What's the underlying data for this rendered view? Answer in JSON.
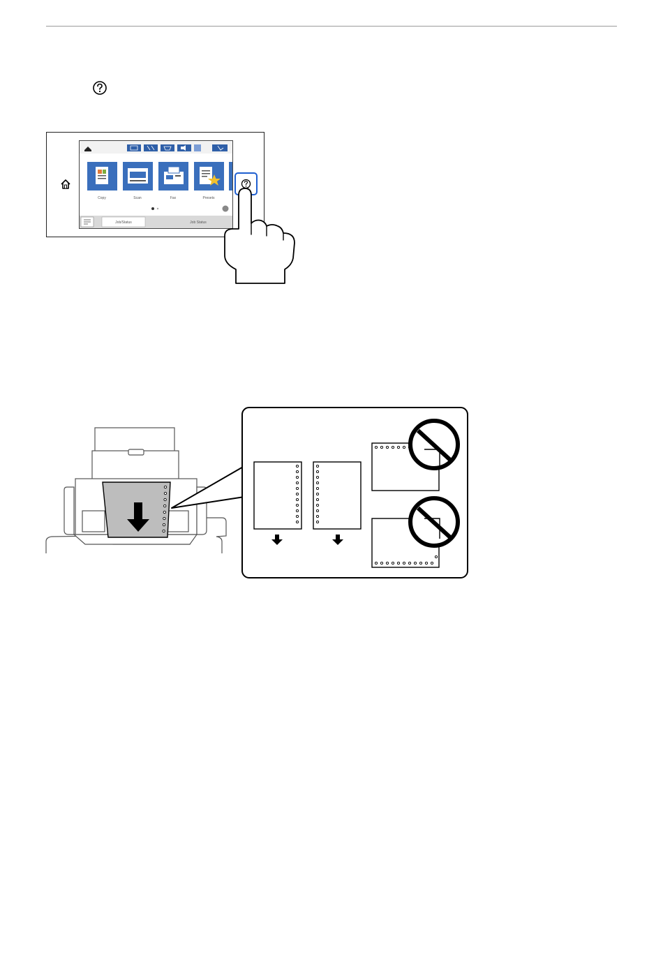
{
  "icons": {
    "help": "question-circle-icon",
    "home": "home-icon",
    "hand": "pointing-hand-icon",
    "prohibited": "prohibited-icon",
    "arrow": "down-arrow-icon"
  },
  "panel": {
    "apps": [
      {
        "label": "Copy"
      },
      {
        "label": "Scan"
      },
      {
        "label": "Fax"
      },
      {
        "label": "Presets"
      }
    ],
    "bottom_left": "Job/Status",
    "bottom_right": "Job Status"
  },
  "colors": {
    "tile_blue": "#3a6fbc",
    "highlight_blue": "#1f5fd0",
    "paper_gray": "#bdbdbd"
  }
}
